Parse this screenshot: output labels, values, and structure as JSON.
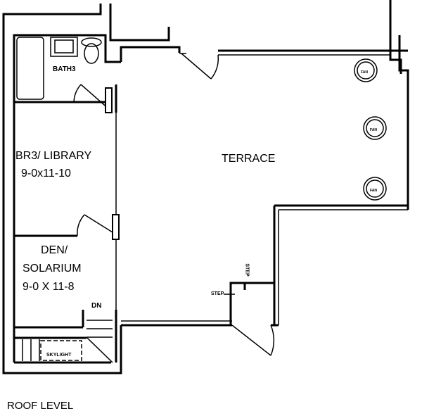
{
  "title": "ROOF LEVEL",
  "rooms": {
    "bath": "BATH3",
    "br3_name": "BR3/ LIBRARY",
    "br3_size": "9-0x11-10",
    "terrace": "TERRACE",
    "den_name": "DEN/",
    "den_name2": "SOLARIUM",
    "den_size": "9-0 X 11-8"
  },
  "annotations": {
    "dn": "DN",
    "skylight": "SKYLIGHT",
    "step1": "STEP",
    "step2": "STEP",
    "fan": "FAN"
  }
}
